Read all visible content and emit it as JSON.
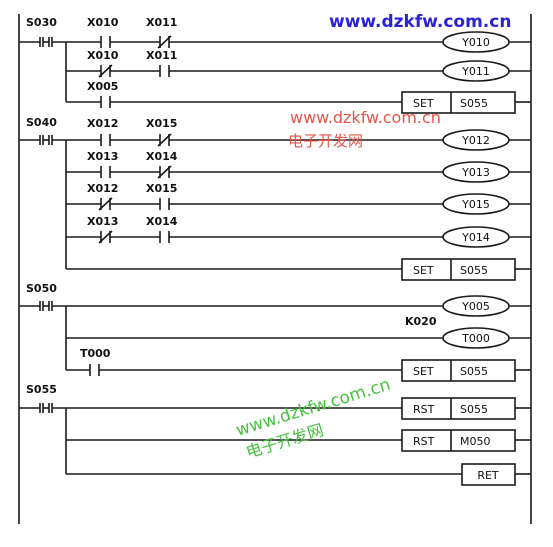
{
  "watermarks": {
    "top": "www.dzkfw.com.cn",
    "middle_url": "www.dzkfw.com.cn",
    "middle_cn": "电子开发网",
    "bottom_url": "www.dzkfw.com.cn",
    "bottom_cn": "电子开发网"
  },
  "step_labels": [
    "S030",
    "S040",
    "S050",
    "S055"
  ],
  "contact_labels": [
    "X010",
    "X011",
    "X010",
    "X011",
    "X005",
    "X012",
    "X015",
    "X013",
    "X014",
    "X012",
    "X015",
    "X013",
    "X014",
    "T000"
  ],
  "coils": [
    "Y010",
    "Y011",
    "Y012",
    "Y013",
    "Y015",
    "Y014",
    "Y005",
    "T000"
  ],
  "timer_constant": "K020",
  "instructions": [
    {
      "op": "SET",
      "arg": "S055"
    },
    {
      "op": "SET",
      "arg": "S055"
    },
    {
      "op": "SET",
      "arg": "S055"
    },
    {
      "op": "RST",
      "arg": "S055"
    },
    {
      "op": "RST",
      "arg": "M050"
    }
  ],
  "ret_label": "RET"
}
